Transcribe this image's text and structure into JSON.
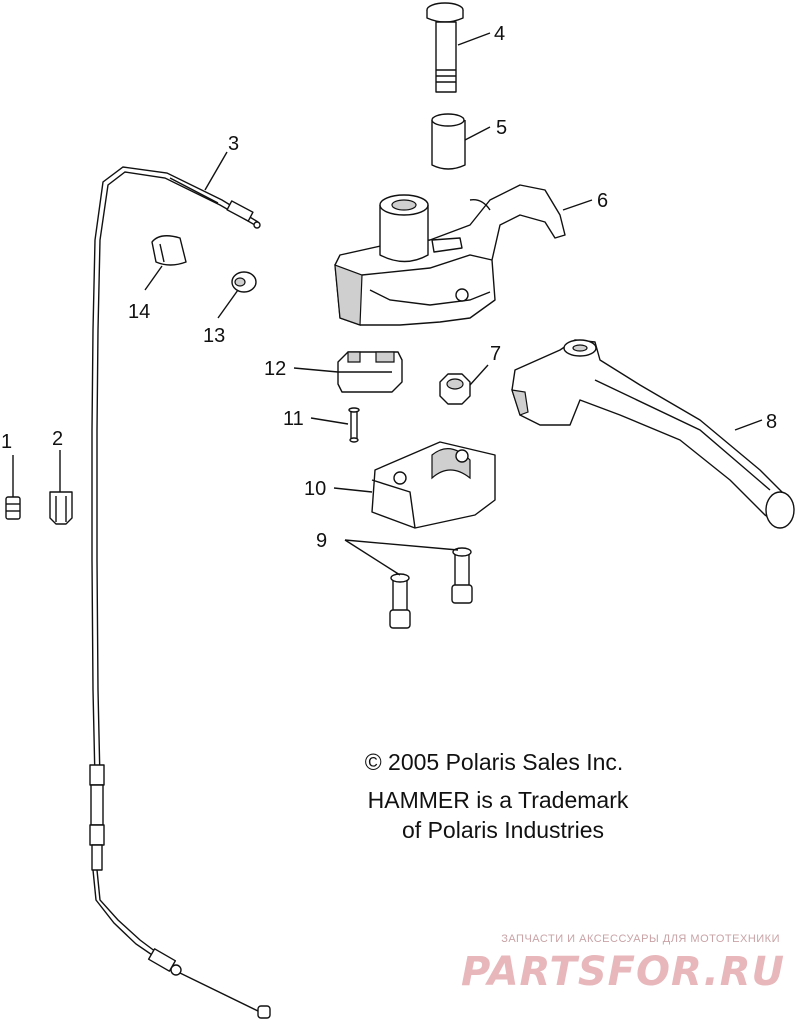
{
  "callouts": {
    "c1": "1",
    "c2": "2",
    "c3": "3",
    "c4": "4",
    "c5": "5",
    "c6": "6",
    "c7": "7",
    "c8": "8",
    "c9": "9",
    "c10": "10",
    "c11": "11",
    "c12": "12",
    "c13": "13",
    "c14": "14"
  },
  "copyright": {
    "line1": "© 2005 Polaris Sales Inc.",
    "line2": "HAMMER is a Trademark",
    "line3": "of Polaris Industries"
  },
  "watermark": {
    "tagline": "ЗАПЧАСТИ И АКСЕССУАРЫ ДЛЯ МОТОТЕХНИКИ",
    "logo": "PARTSFOR.RU",
    "color": "#e7b7bb"
  }
}
